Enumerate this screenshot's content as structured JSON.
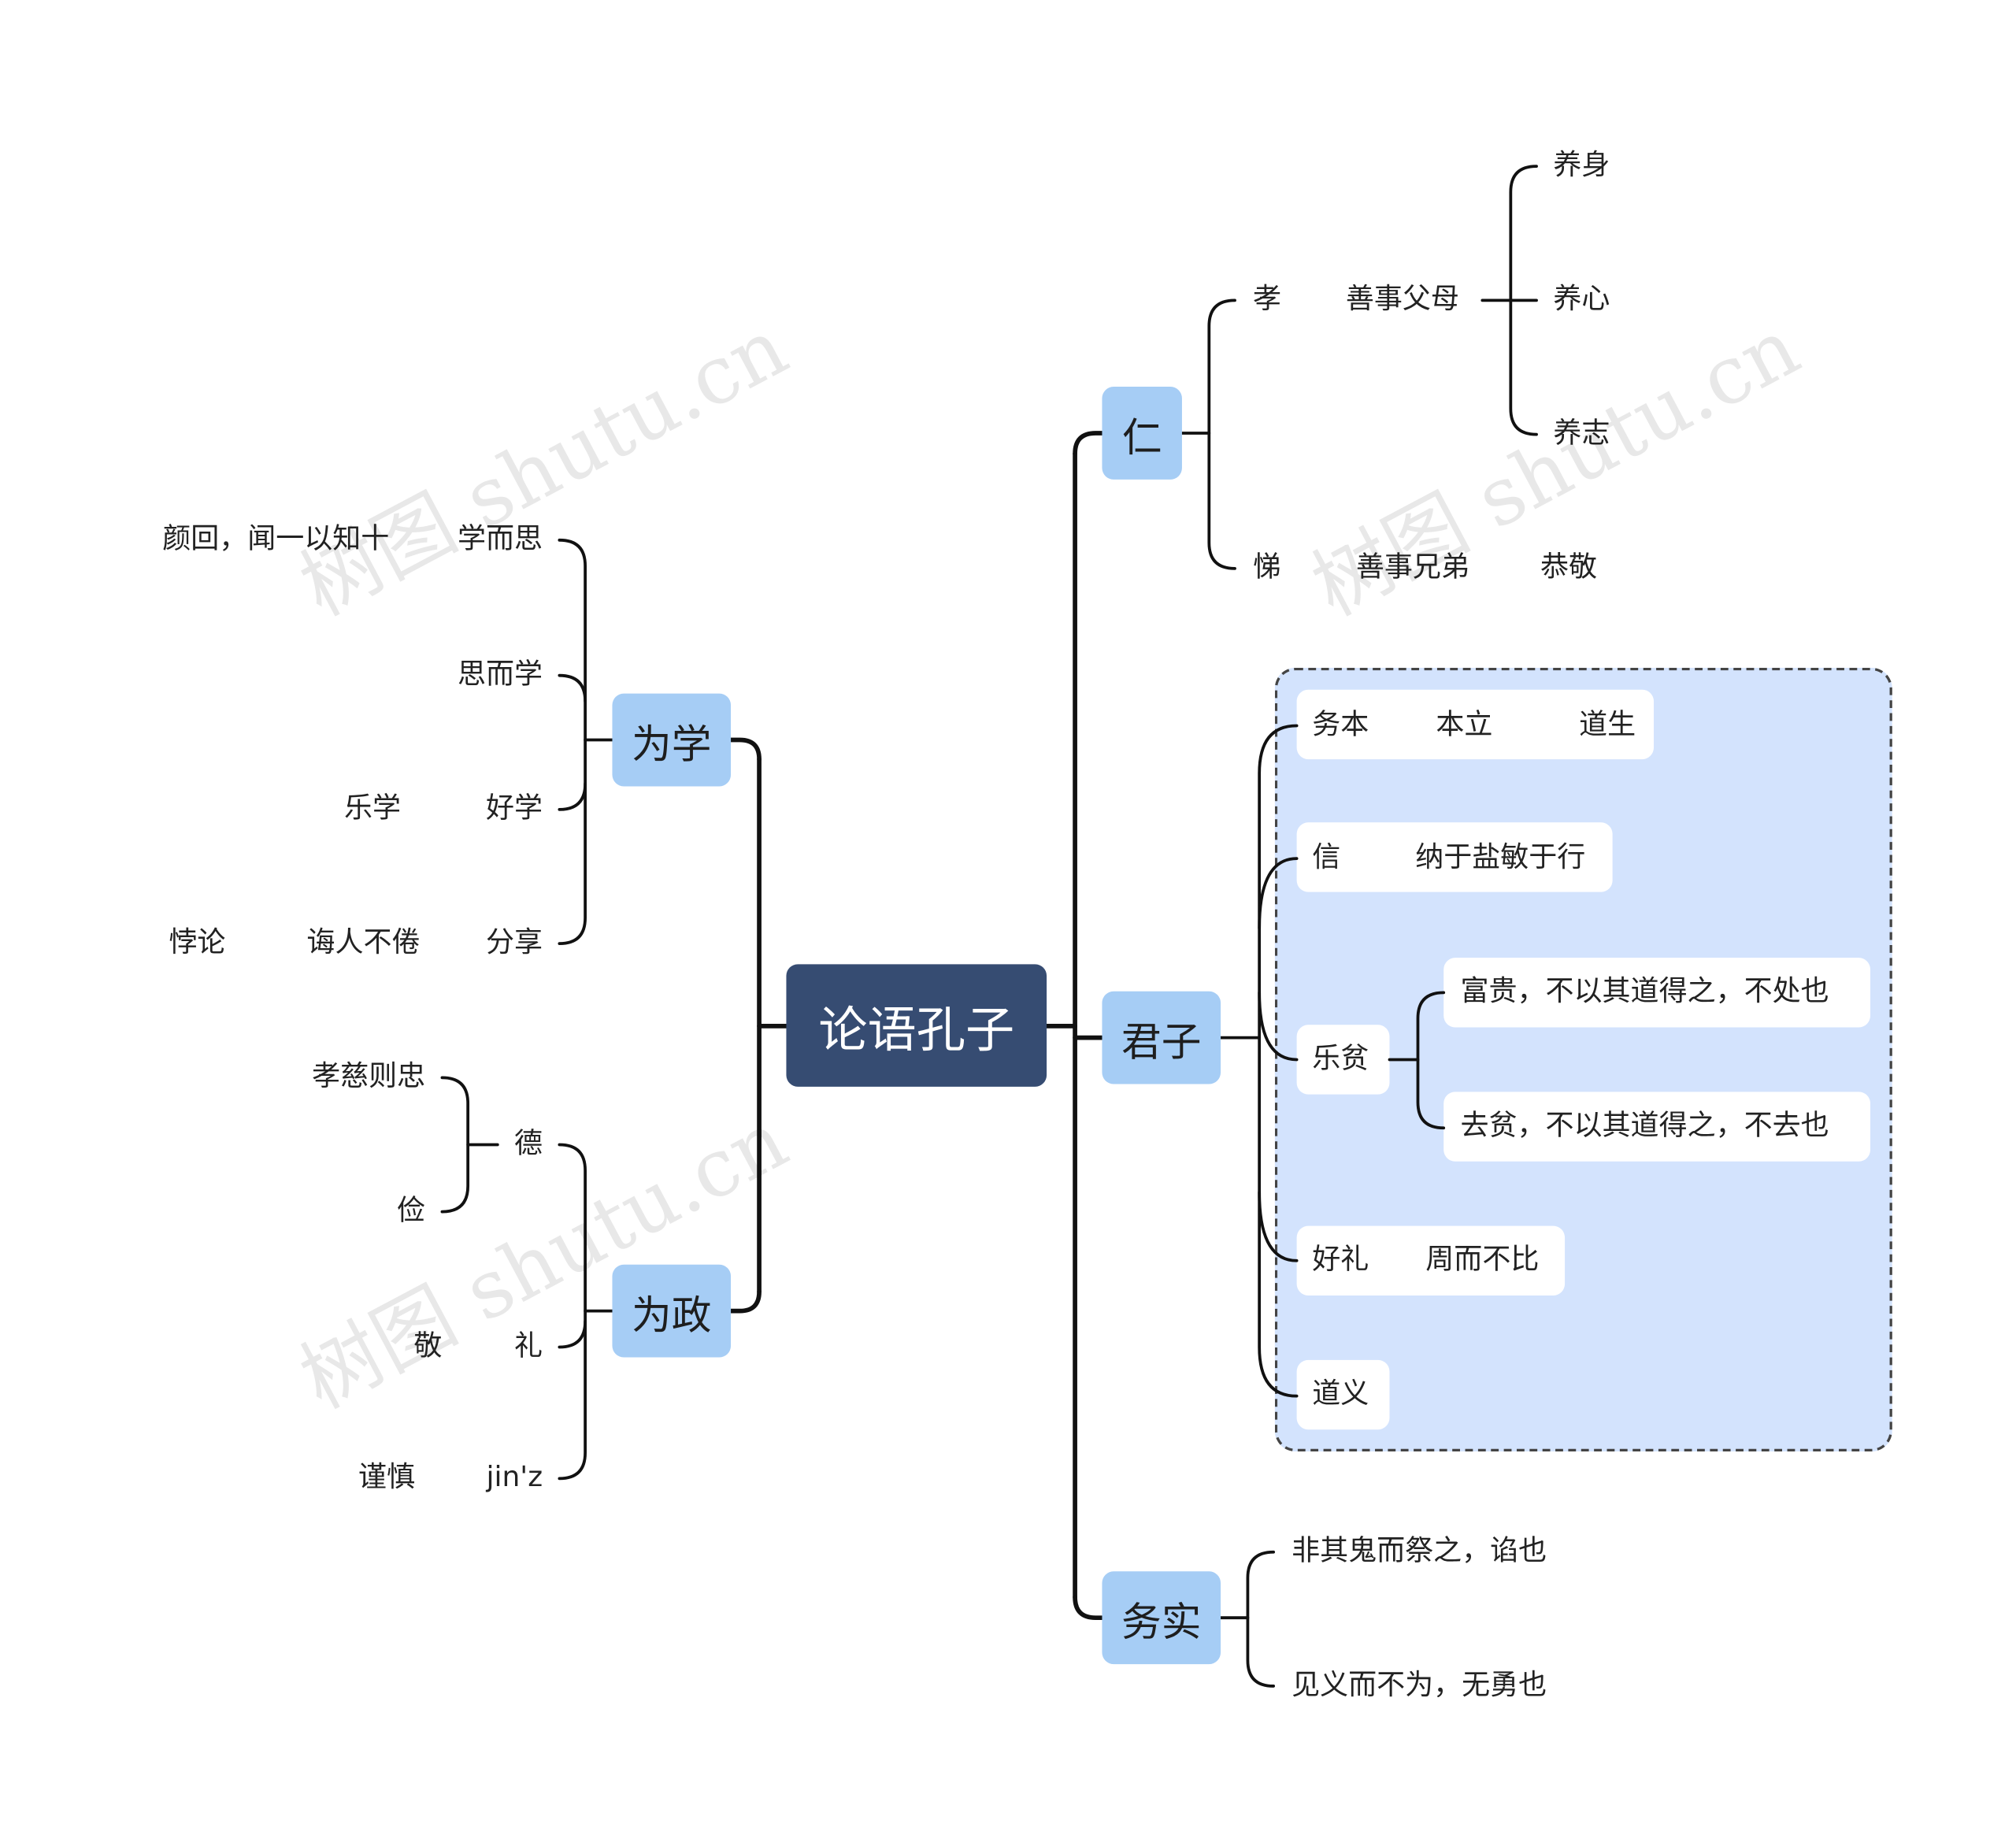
{
  "watermark": "树图 shutu.cn",
  "colors": {
    "root": "#364c72",
    "main_node": "#a6cdf5",
    "group_bg": "#d3e3fd",
    "line": "#111111"
  },
  "root": "论语孔子",
  "ren": {
    "label": "仁",
    "xiao": {
      "label": "孝",
      "detail": "善事父母",
      "items": [
        "养身",
        "养心",
        "养志"
      ]
    },
    "ti": {
      "label": "悌",
      "detail": "善事兄弟",
      "extra": "恭敬"
    }
  },
  "junzi": {
    "label": "君子",
    "wuben": {
      "label": "务本",
      "a": "本立",
      "b": "道生"
    },
    "xin": {
      "label": "信",
      "detail": "纳于盐敏于行"
    },
    "lepin": {
      "label": "乐贫",
      "items": [
        "富贵，不以其道得之，不处也",
        "去贫，不以其道得之，不去也"
      ]
    },
    "haoli": {
      "label": "好礼",
      "detail": "周而不比"
    },
    "daoyi": {
      "label": "道义"
    }
  },
  "wushi": {
    "label": "务实",
    "items": [
      "非其鬼而祭之，谄也",
      "见义而不为，无勇也"
    ]
  },
  "weixue": {
    "label": "为学",
    "xueersi": {
      "label": "学而思",
      "detail": "颜回，闻一以知十"
    },
    "siexue": {
      "label": "思而学"
    },
    "haoxue": {
      "label": "好学",
      "detail": "乐学"
    },
    "fenxiang": {
      "label": "分享",
      "detail": "诲人不倦",
      "extra": "悖论"
    }
  },
  "weizheng": {
    "label": "为政",
    "de": {
      "label": "德",
      "items": [
        "孝慈则忠",
        "俭"
      ]
    },
    "li": {
      "label": "礼",
      "detail": "敬"
    },
    "jinz": {
      "label": "jin'z",
      "detail": "谨慎"
    }
  }
}
